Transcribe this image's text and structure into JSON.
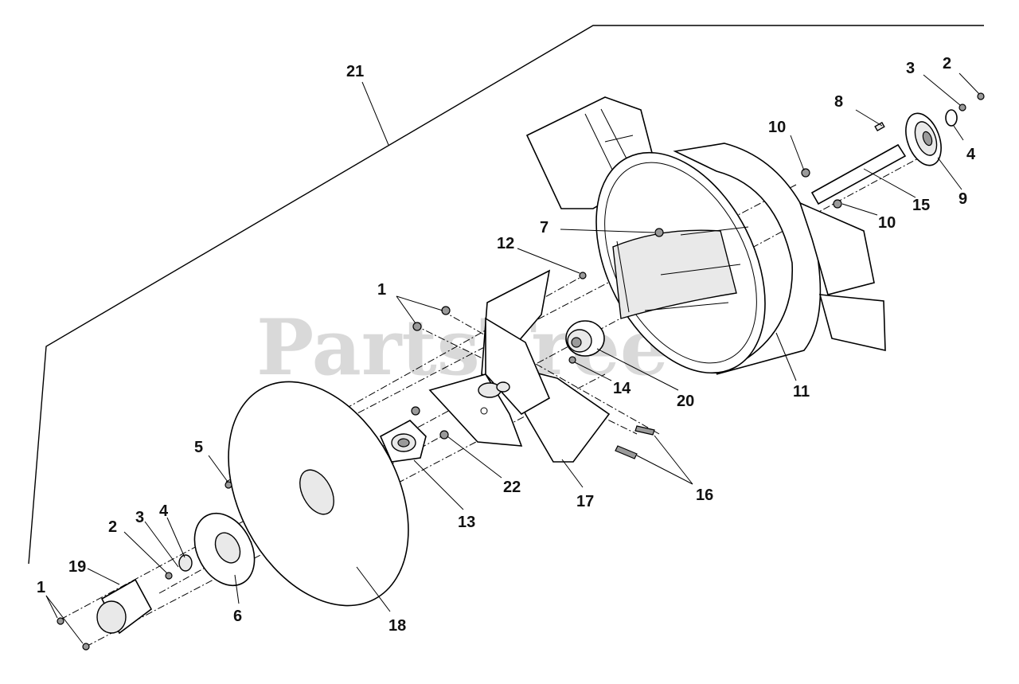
{
  "watermark": "PartsTree",
  "callouts": [
    {
      "id": "c21",
      "label": "21"
    },
    {
      "id": "c2a",
      "label": "2"
    },
    {
      "id": "c3a",
      "label": "3"
    },
    {
      "id": "c8",
      "label": "8"
    },
    {
      "id": "c10a",
      "label": "10"
    },
    {
      "id": "c4a",
      "label": "4"
    },
    {
      "id": "c9",
      "label": "9"
    },
    {
      "id": "c15",
      "label": "15"
    },
    {
      "id": "c10b",
      "label": "10"
    },
    {
      "id": "c7",
      "label": "7"
    },
    {
      "id": "c12",
      "label": "12"
    },
    {
      "id": "c1a",
      "label": "1"
    },
    {
      "id": "c14",
      "label": "14"
    },
    {
      "id": "c20",
      "label": "20"
    },
    {
      "id": "c11",
      "label": "11"
    },
    {
      "id": "c5",
      "label": "5"
    },
    {
      "id": "c22",
      "label": "22"
    },
    {
      "id": "c17",
      "label": "17"
    },
    {
      "id": "c16",
      "label": "16"
    },
    {
      "id": "c13",
      "label": "13"
    },
    {
      "id": "c2b",
      "label": "2"
    },
    {
      "id": "c3b",
      "label": "3"
    },
    {
      "id": "c4b",
      "label": "4"
    },
    {
      "id": "c19",
      "label": "19"
    },
    {
      "id": "c1b",
      "label": "1"
    },
    {
      "id": "c6",
      "label": "6"
    },
    {
      "id": "c18",
      "label": "18"
    }
  ]
}
